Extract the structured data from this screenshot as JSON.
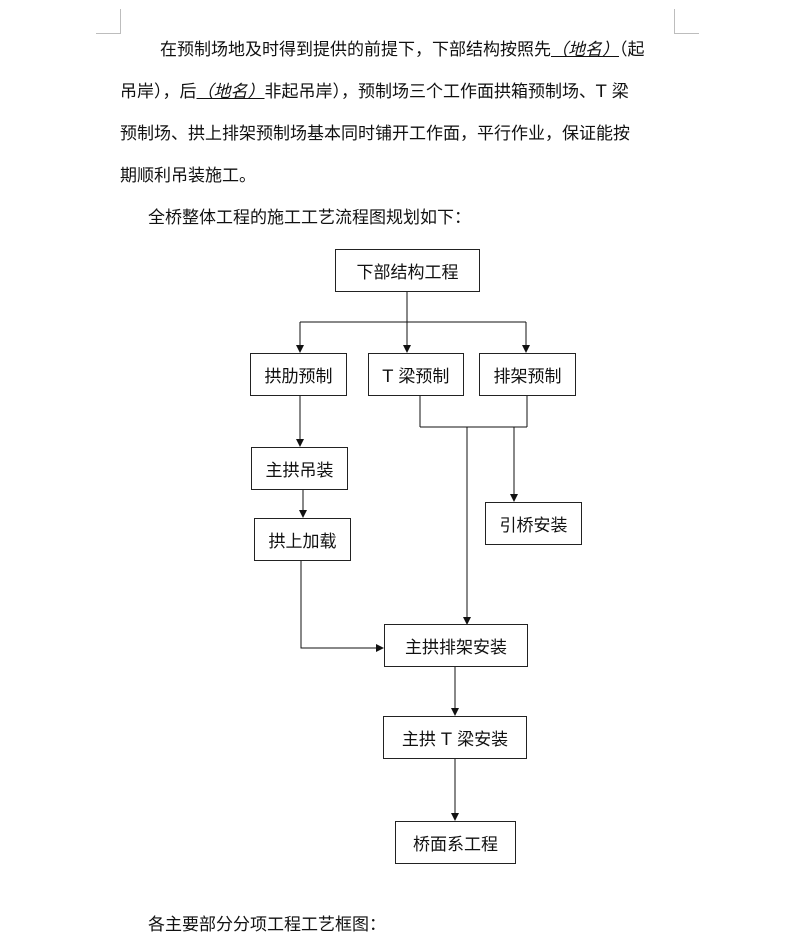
{
  "paragraph1": {
    "lines": [
      [
        "在预制场地及时得到提供的前提下，下部结构按照先",
        "（地名）",
        "（起"
      ],
      [
        "吊岸），后",
        "（地名）",
        "非起吊岸），预制场三个工作面拱箱预制场、T 梁"
      ],
      [
        "预制场、拱上排架预制场基本同时铺开工作面，平行作业，保证能按"
      ],
      [
        "期顺利吊装施工。"
      ]
    ]
  },
  "paragraph2": "全桥整体工程的施工工艺流程图规划如下：",
  "flowchart": {
    "nodes": {
      "substructure": "下部结构工程",
      "rib_precast": "拱肋预制",
      "tbeam_precast": "T 梁预制",
      "bent_precast": "排架预制",
      "main_arch_lift": "主拱吊装",
      "arch_loading": "拱上加载",
      "approach_install": "引桥安装",
      "main_arch_bent_install": "主拱排架安装",
      "main_arch_tbeam_install": "主拱 T 梁安装",
      "deck_system": "桥面系工程"
    }
  },
  "paragraph3": "各主要部分分项工程工艺框图："
}
